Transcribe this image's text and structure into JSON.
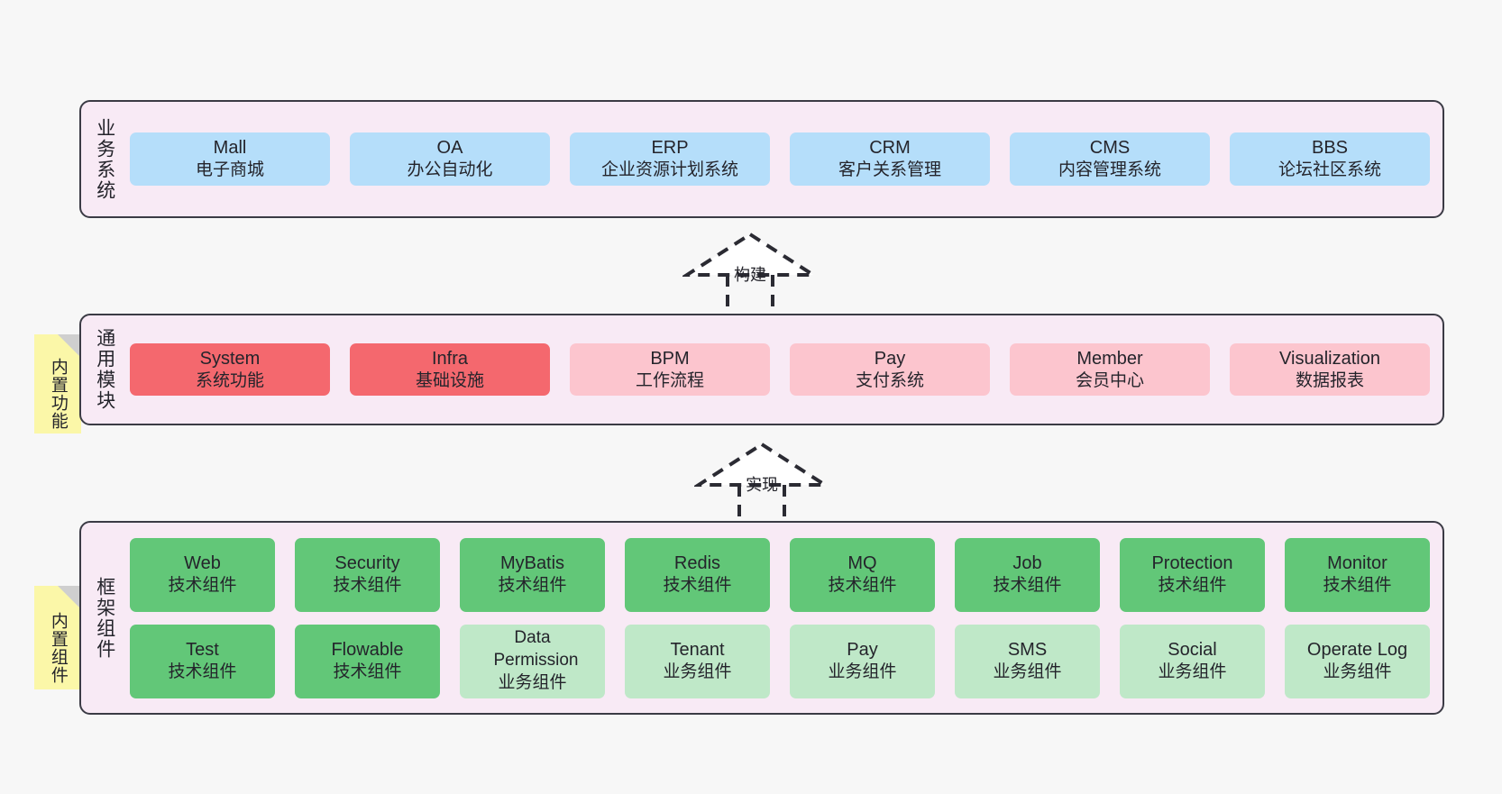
{
  "diagram": {
    "background_color": "#f7f7f7",
    "panel_color": "#f8eaf5",
    "panel_border_color": "#3b3b45",
    "note_color": "#fbf7a8"
  },
  "layers": [
    {
      "id": "business-systems",
      "title": "业务系统",
      "note": null,
      "rows": [
        {
          "cards": [
            {
              "name": "Mall",
              "sub": "电子商城",
              "color": "#b5defa",
              "style": "c-blue"
            },
            {
              "name": "OA",
              "sub": "办公自动化",
              "color": "#b5defa",
              "style": "c-blue"
            },
            {
              "name": "ERP",
              "sub": "企业资源计划系统",
              "color": "#b5defa",
              "style": "c-blue"
            },
            {
              "name": "CRM",
              "sub": "客户关系管理",
              "color": "#b5defa",
              "style": "c-blue"
            },
            {
              "name": "CMS",
              "sub": "内容管理系统",
              "color": "#b5defa",
              "style": "c-blue"
            },
            {
              "name": "BBS",
              "sub": "论坛社区系统",
              "color": "#b5defa",
              "style": "c-blue"
            }
          ]
        }
      ]
    },
    {
      "id": "common-modules",
      "title": "通用模块",
      "note": "内置功能",
      "rows": [
        {
          "cards": [
            {
              "name": "System",
              "sub": "系统功能",
              "color": "#f4686e",
              "style": "c-red"
            },
            {
              "name": "Infra",
              "sub": "基础设施",
              "color": "#f4686e",
              "style": "c-red"
            },
            {
              "name": "BPM",
              "sub": "工作流程",
              "color": "#fcc5ce",
              "style": "c-pink"
            },
            {
              "name": "Pay",
              "sub": "支付系统",
              "color": "#fcc5ce",
              "style": "c-pink"
            },
            {
              "name": "Member",
              "sub": "会员中心",
              "color": "#fcc5ce",
              "style": "c-pink"
            },
            {
              "name": "Visualization",
              "sub": "数据报表",
              "color": "#fcc5ce",
              "style": "c-pink"
            }
          ]
        }
      ]
    },
    {
      "id": "framework-components",
      "title": "框架组件",
      "note": "内置组件",
      "rows": [
        {
          "cards": [
            {
              "name": "Web",
              "sub": "技术组件",
              "color": "#62c778",
              "style": "c-green"
            },
            {
              "name": "Security",
              "sub": "技术组件",
              "color": "#62c778",
              "style": "c-green"
            },
            {
              "name": "MyBatis",
              "sub": "技术组件",
              "color": "#62c778",
              "style": "c-green"
            },
            {
              "name": "Redis",
              "sub": "技术组件",
              "color": "#62c778",
              "style": "c-green"
            },
            {
              "name": "MQ",
              "sub": "技术组件",
              "color": "#62c778",
              "style": "c-green"
            },
            {
              "name": "Job",
              "sub": "技术组件",
              "color": "#62c778",
              "style": "c-green"
            },
            {
              "name": "Protection",
              "sub": "技术组件",
              "color": "#62c778",
              "style": "c-green"
            },
            {
              "name": "Monitor",
              "sub": "技术组件",
              "color": "#62c778",
              "style": "c-green"
            }
          ]
        },
        {
          "cards": [
            {
              "name": "Test",
              "sub": "技术组件",
              "color": "#62c778",
              "style": "c-green"
            },
            {
              "name": "Flowable",
              "sub": "技术组件",
              "color": "#62c778",
              "style": "c-green"
            },
            {
              "name": "Data Permission",
              "sub": "业务组件",
              "color": "#bfe8c8",
              "style": "c-lightgreen"
            },
            {
              "name": "Tenant",
              "sub": "业务组件",
              "color": "#bfe8c8",
              "style": "c-lightgreen"
            },
            {
              "name": "Pay",
              "sub": "业务组件",
              "color": "#bfe8c8",
              "style": "c-lightgreen"
            },
            {
              "name": "SMS",
              "sub": "业务组件",
              "color": "#bfe8c8",
              "style": "c-lightgreen"
            },
            {
              "name": "Social",
              "sub": "业务组件",
              "color": "#bfe8c8",
              "style": "c-lightgreen"
            },
            {
              "name": "Operate Log",
              "sub": "业务组件",
              "color": "#bfe8c8",
              "style": "c-lightgreen"
            }
          ]
        }
      ]
    }
  ],
  "connectors": [
    {
      "id": "build",
      "label": "构建",
      "direction": "up",
      "style": "dashed-hollow-triangle"
    },
    {
      "id": "realize",
      "label": "实现",
      "direction": "up",
      "style": "dashed-hollow-triangle"
    }
  ]
}
